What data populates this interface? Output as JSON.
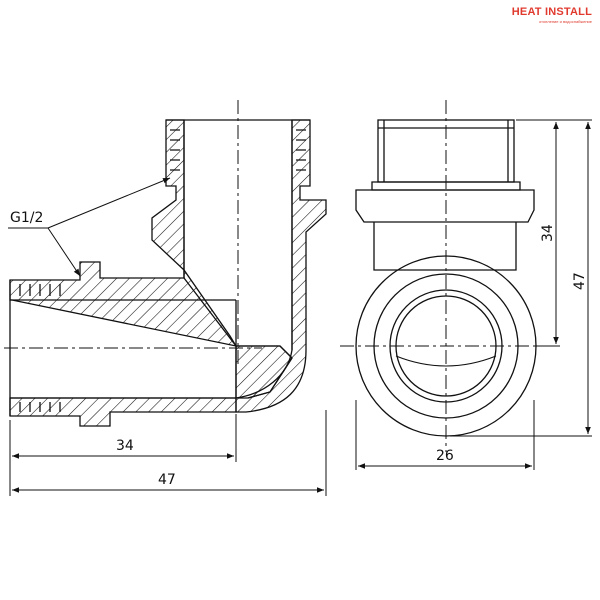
{
  "logo": {
    "title": "HEAT INSTALL",
    "subtitle": "отопление и водоснабжение"
  },
  "side_view": {
    "thread_label": "G1/2",
    "dim_short": "34",
    "dim_long": "47"
  },
  "front_view": {
    "dim_width": "26",
    "dim_short": "34",
    "dim_tall": "47"
  }
}
